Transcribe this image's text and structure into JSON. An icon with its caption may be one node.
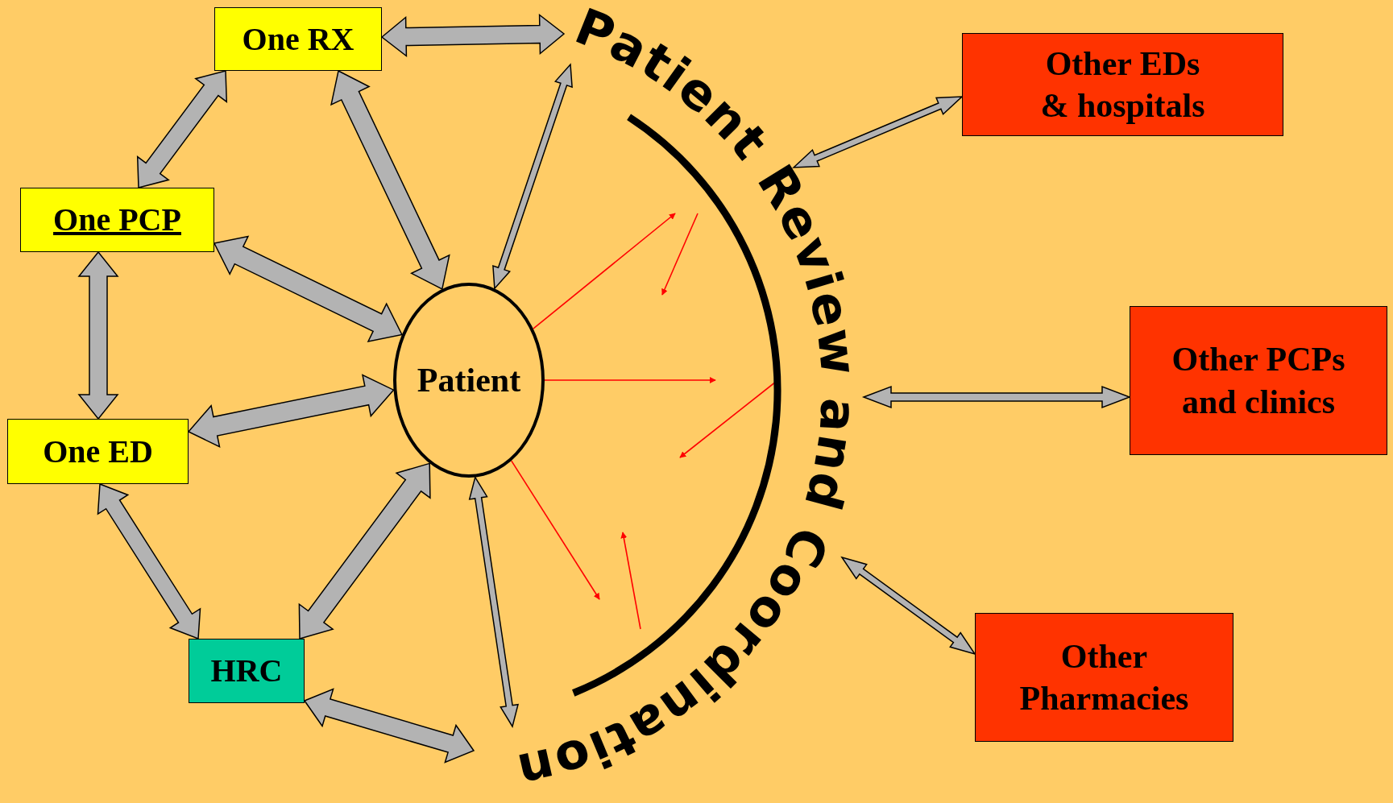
{
  "diagram": {
    "nodes": [
      {
        "text": [
          "One RX"
        ]
      },
      {
        "text": [
          "One PCP"
        ]
      },
      {
        "text": [
          "One ED"
        ]
      },
      {
        "text": [
          "HRC"
        ]
      },
      {
        "text": [
          "Patient"
        ]
      },
      {
        "text": [
          "Patient Review and Coordination"
        ]
      },
      {
        "text": [
          "Other EDs & hospitals"
        ]
      },
      {
        "text": [
          "Other PCPs and clinics"
        ]
      },
      {
        "text": [
          "Other Pharmacies"
        ]
      }
    ],
    "edges": [
      {
        "from": 0,
        "to": 1,
        "arrow": "both"
      },
      {
        "from": 0,
        "to": 5,
        "arrow": "both"
      },
      {
        "from": 0,
        "to": 4,
        "arrow": "both"
      },
      {
        "from": 1,
        "to": 4,
        "arrow": "both"
      },
      {
        "from": 1,
        "to": 2,
        "arrow": "both"
      },
      {
        "from": 2,
        "to": 4,
        "arrow": "both"
      },
      {
        "from": 2,
        "to": 3,
        "arrow": "both"
      },
      {
        "from": 3,
        "to": 4,
        "arrow": "both"
      },
      {
        "from": 3,
        "to": 5,
        "arrow": "both"
      },
      {
        "from": 4,
        "to": 5,
        "arrow": "both"
      },
      {
        "from": 4,
        "to": 5,
        "arrow": "both"
      },
      {
        "from": 5,
        "to": 6,
        "arrow": "both"
      },
      {
        "from": 5,
        "to": 7,
        "arrow": "both"
      },
      {
        "from": 5,
        "to": 8,
        "arrow": "both"
      },
      {
        "from": 4,
        "to": 5,
        "arrow": "to",
        "color": "#ff0000"
      },
      {
        "from": null,
        "to": 5,
        "arrow": "to",
        "color": "#ff0000"
      },
      {
        "from": 4,
        "to": 5,
        "arrow": "to",
        "color": "#ff0000"
      },
      {
        "from": null,
        "to": 5,
        "arrow": "to",
        "color": "#ff0000"
      },
      {
        "from": 4,
        "to": 5,
        "arrow": "to",
        "color": "#ff0000"
      },
      {
        "from": null,
        "to": 5,
        "arrow": "to",
        "color": "#ff0000"
      }
    ]
  }
}
